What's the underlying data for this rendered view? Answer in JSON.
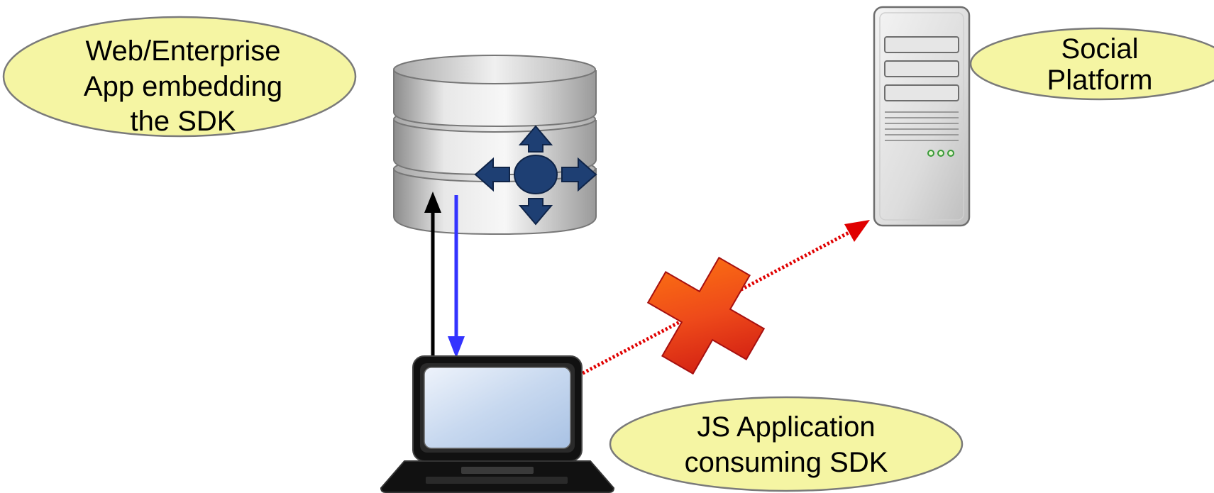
{
  "labels": {
    "web_app": {
      "lines": [
        "Web/Enterprise",
        "App embedding",
        "the SDK"
      ]
    },
    "social_platform": {
      "lines": [
        "Social",
        "Platform"
      ]
    },
    "js_app": {
      "lines": [
        "JS Application",
        "consuming SDK"
      ]
    }
  },
  "nodes": {
    "web_app_server": {
      "icon": "database-server-icon"
    },
    "social_platform_server": {
      "icon": "tower-server-icon"
    },
    "js_client": {
      "icon": "laptop-icon"
    }
  },
  "connections": [
    {
      "from": "js_client",
      "to": "web_app_server",
      "style": "solid",
      "color": "#000000"
    },
    {
      "from": "web_app_server",
      "to": "js_client",
      "style": "solid",
      "color": "#3333ff"
    },
    {
      "from": "js_client",
      "to": "social_platform_server",
      "style": "dotted",
      "color": "#e00000",
      "blocked": true
    }
  ],
  "colors": {
    "label_fill": "#f5f5a3",
    "blocked_cross": "#e8321e",
    "arrow_nav": "#1e3f73"
  }
}
